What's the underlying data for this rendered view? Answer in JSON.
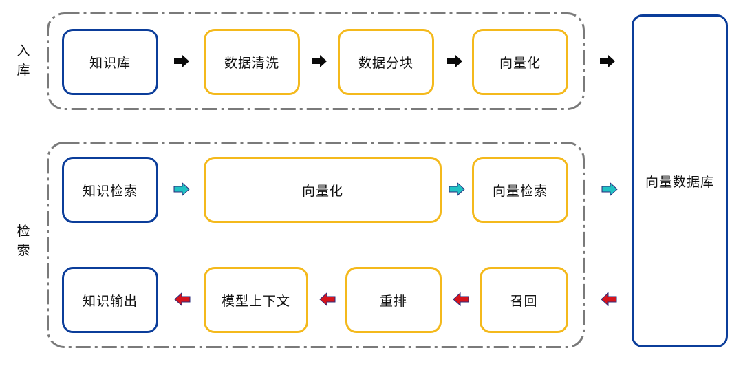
{
  "colors": {
    "blue": "#0b3d9a",
    "yellow": "#f4b91c",
    "dash": "#7a7a7a",
    "arrow_dark": "#0a0a0a",
    "arrow_cyan": "#21c2c4",
    "arrow_red": "#d6141c",
    "arrow_outline": "#2a2a7a"
  },
  "sections": {
    "ingest_label": [
      "入",
      "库"
    ],
    "retrieve_label": [
      "检",
      "索"
    ]
  },
  "ingest": {
    "knowledge_base": "知识库",
    "data_cleaning": "数据清洗",
    "data_chunking": "数据分块",
    "vectorize": "向量化"
  },
  "retrieve_top": {
    "knowledge_query": "知识检索",
    "vectorize": "向量化",
    "vector_search": "向量检索"
  },
  "retrieve_bottom": {
    "knowledge_output": "知识输出",
    "model_context": "模型上下文",
    "rerank": "重排",
    "recall": "召回"
  },
  "vector_db": "向量数据库"
}
